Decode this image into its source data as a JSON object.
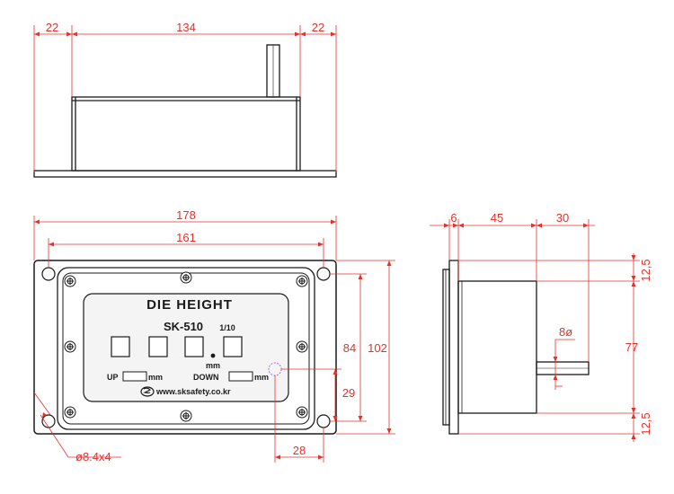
{
  "colors": {
    "dimension": "#e8302b",
    "outline": "#1a1a1a",
    "panel_fill": "#f4f4f4",
    "window_fill": "#ffffff",
    "marker": "#b06bd6"
  },
  "top_view": {
    "dims": {
      "left": "22",
      "center": "134",
      "right": "22"
    }
  },
  "front_view": {
    "dims": {
      "overall_width": "178",
      "hole_spacing": "161",
      "hole_vertical": "84",
      "overall_height": "102",
      "hole_offset_vertical": "29",
      "hole_offset_horizontal": "28",
      "hole_callout": "ø8.4x4"
    },
    "panel": {
      "title": "DIE HEIGHT",
      "model": "SK-510",
      "resolution": "1/10",
      "unit_center": "mm",
      "up_label": "UP",
      "up_unit": "mm",
      "down_label": "DOWN",
      "down_unit": "mm",
      "website": "www.sksafety.co.kr"
    },
    "icons": [
      "screw-icon",
      "mounting-hole-icon",
      "sk-logo-icon",
      "marker-circle-icon"
    ]
  },
  "side_view": {
    "dims": {
      "plate": "6",
      "body": "45",
      "shaft": "30",
      "top_margin": "12,5",
      "shaft_height": "77",
      "bottom_margin": "12,5",
      "shaft_diameter": "8ø"
    }
  }
}
